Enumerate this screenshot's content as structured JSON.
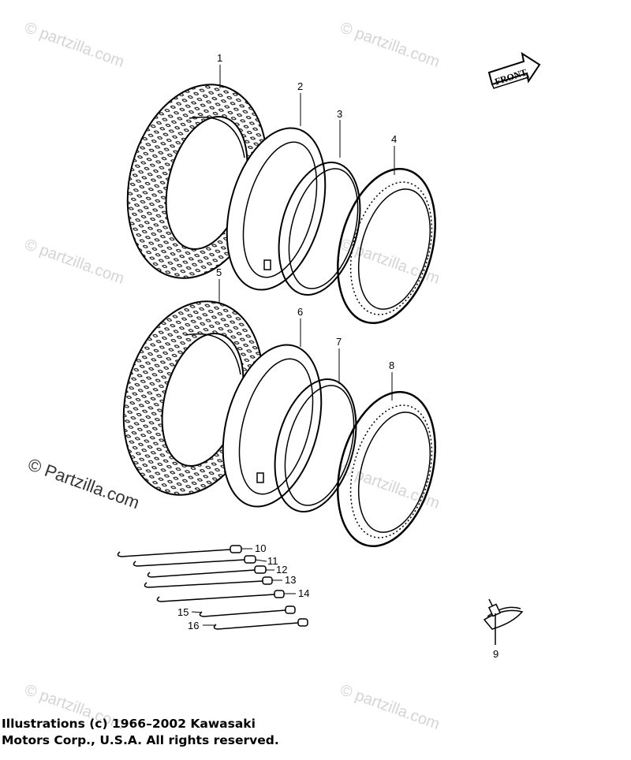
{
  "watermark": {
    "text": "© Partzilla.com",
    "small_text": "© partzilla.com"
  },
  "front_arrow": {
    "label": "FRONT"
  },
  "callouts": [
    "1",
    "2",
    "3",
    "4",
    "5",
    "6",
    "7",
    "8",
    "9",
    "10",
    "11",
    "12",
    "13",
    "14",
    "15",
    "16"
  ],
  "copyright": {
    "line1": "Illustrations (c) 1966–2002 Kawasaki",
    "line2": "Motors Corp., U.S.A.  All rights reserved."
  },
  "colors": {
    "ink": "#000000",
    "watermark": "#d4d4d4",
    "background": "#ffffff"
  }
}
